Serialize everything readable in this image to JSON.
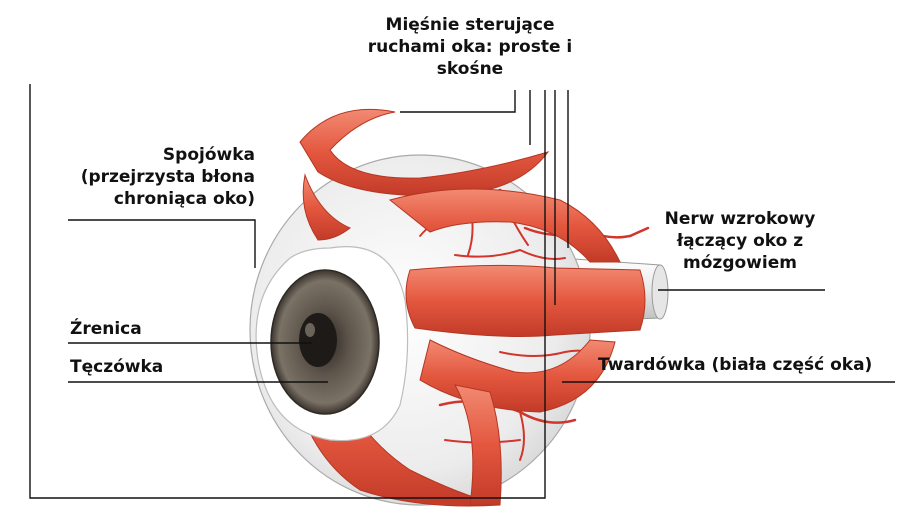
{
  "labels": {
    "muscles": "Mięśnie sterujące\nruchami oka: proste i\nskośne",
    "conjunctiva": "Spojówka\n(przejrzysta błona\nchroniąca oko)",
    "optic_nerve": "Nerw wzrokowy\nłączący oko z\nmózgowiem",
    "pupil": "Źrenica",
    "iris": "Tęczówka",
    "sclera": "Twardówka (biała część oka)"
  },
  "colors": {
    "muscle": "#e8604a",
    "muscle_dark": "#c8402c",
    "vessel": "#d1352b",
    "sclera": "#f2f2f2",
    "iris": "#5a5248",
    "pupil": "#1e1a17",
    "leader_line": "#111111"
  }
}
